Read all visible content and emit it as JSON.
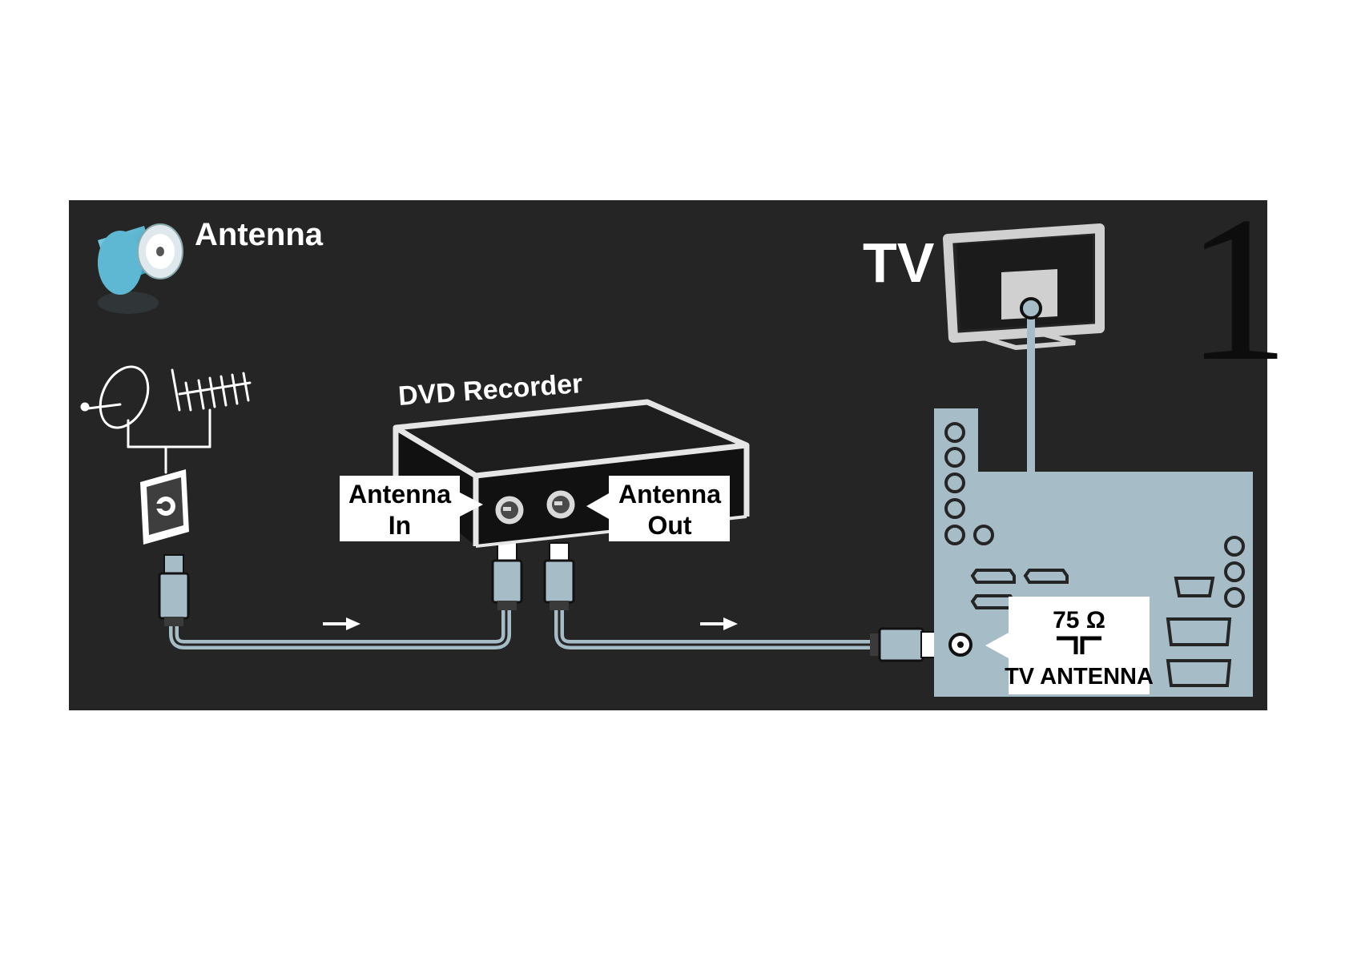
{
  "title": "Antenna",
  "step_number": "1",
  "tv": {
    "label": "TV"
  },
  "dvd_recorder": {
    "label": "DVD Recorder",
    "antenna_in_line1": "Antenna",
    "antenna_in_line2": "In",
    "antenna_out_line1": "Antenna",
    "antenna_out_line2": "Out"
  },
  "tv_panel": {
    "impedance": "75 Ω",
    "antenna_label": "TV ANTENNA"
  },
  "icons": {
    "header": "antenna-plug-icon",
    "source": "satellite-dish-and-aerial-icon",
    "wall": "wall-socket-icon"
  },
  "colors": {
    "background": "#252525",
    "panel": "#a6bcc6",
    "cable": "#a6bcc6",
    "text": "#ffffff",
    "accent": "#4aa3bd"
  }
}
